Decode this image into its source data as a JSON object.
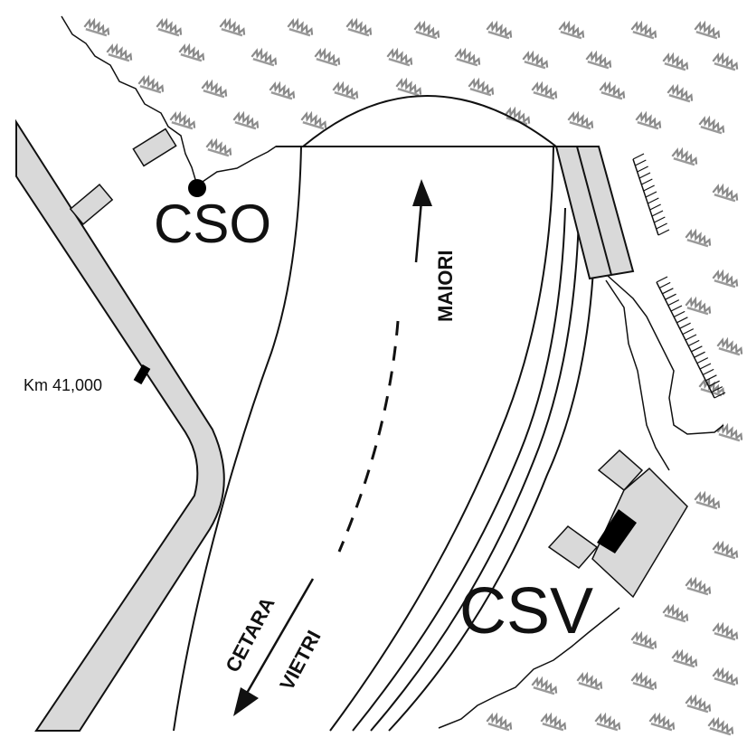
{
  "map": {
    "labels": {
      "cso": "CSO",
      "csv": "CSV",
      "maiori": "MAIORI",
      "cetara": "CETARA",
      "vietri": "VIETRI",
      "km_marker": "Km 41,000"
    },
    "colors": {
      "building_fill": "#d9d9d9",
      "building_dark": "#000000",
      "line": "#111111",
      "vegetation": "#8a8a8a",
      "background": "#ffffff"
    },
    "icons": {
      "vegetation": "grass-tuft-icon",
      "station_point": "filled-circle-icon",
      "direction": "arrow-icon"
    }
  }
}
